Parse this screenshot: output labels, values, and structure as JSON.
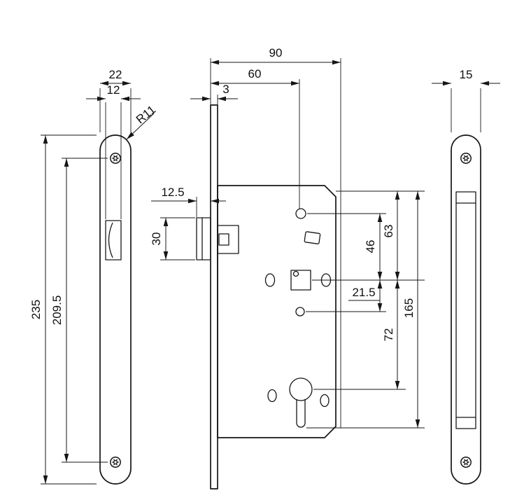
{
  "dims": {
    "plate_width": "22",
    "latch_window_width": "12",
    "corner_radius": "R11",
    "plate_height": "235",
    "screw_spacing": "209.5",
    "case_depth": "90",
    "backset": "60",
    "faceplate_thickness": "3",
    "latch_detail": "12.5",
    "latch_height": "30",
    "hole_offset_46": "46",
    "hole_offset_63": "63",
    "hole_offset_21_5": "21.5",
    "cylinder_offset": "72",
    "case_height": "165",
    "side_plate_width": "15"
  }
}
